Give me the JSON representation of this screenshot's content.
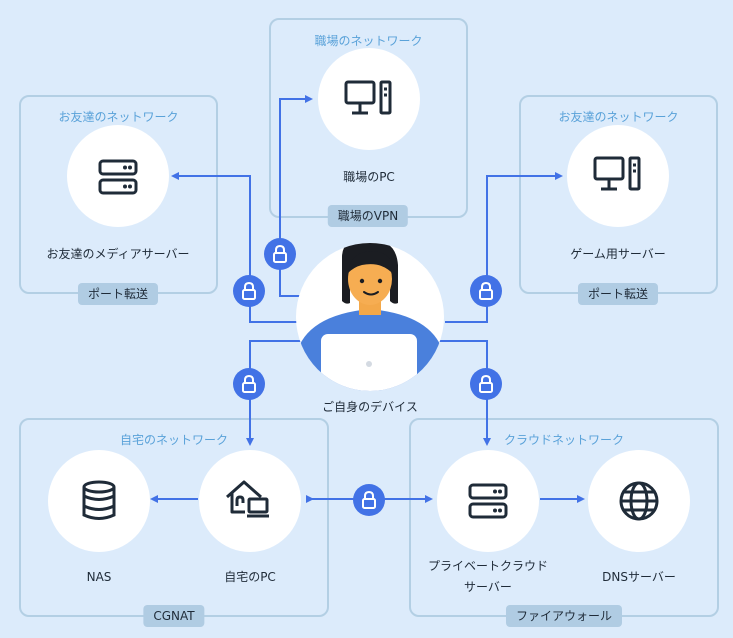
{
  "panels": {
    "work": {
      "title": "職場のネットワーク",
      "tag": "職場のVPN"
    },
    "friend": {
      "title": "お友達のネットワーク",
      "tag": "ポート転送"
    },
    "game": {
      "title": "お友達のネットワーク",
      "tag": "ポート転送"
    },
    "home": {
      "title": "自宅のネットワーク",
      "tag": "CGNAT"
    },
    "cloud": {
      "title": "クラウドネットワーク",
      "tag": "ファイアウォール"
    }
  },
  "nodes": {
    "work_pc": {
      "label": "職場のPC",
      "icon": "desktop-icon"
    },
    "friend_media": {
      "label": "お友達のメディアサーバー",
      "icon": "server-icon"
    },
    "game_server": {
      "label": "ゲーム用サーバー",
      "icon": "desktop-icon"
    },
    "my_device": {
      "label": "ご自身のデバイス",
      "icon": "person-laptop"
    },
    "nas": {
      "label": "NAS",
      "icon": "database-icon"
    },
    "home_pc": {
      "label": "自宅のPC",
      "icon": "home-pc-icon"
    },
    "private_cloud": {
      "label_line1": "プライベートクラウド",
      "label_line2": "サーバー",
      "icon": "server-icon"
    },
    "dns": {
      "label": "DNSサーバー",
      "icon": "globe-icon"
    }
  },
  "colors": {
    "accent": "#4272e6",
    "background": "#dcebfb",
    "panel_border": "#b3cfe4",
    "panel_title": "#5aa2d9",
    "tag_bg": "#b0cce3"
  }
}
